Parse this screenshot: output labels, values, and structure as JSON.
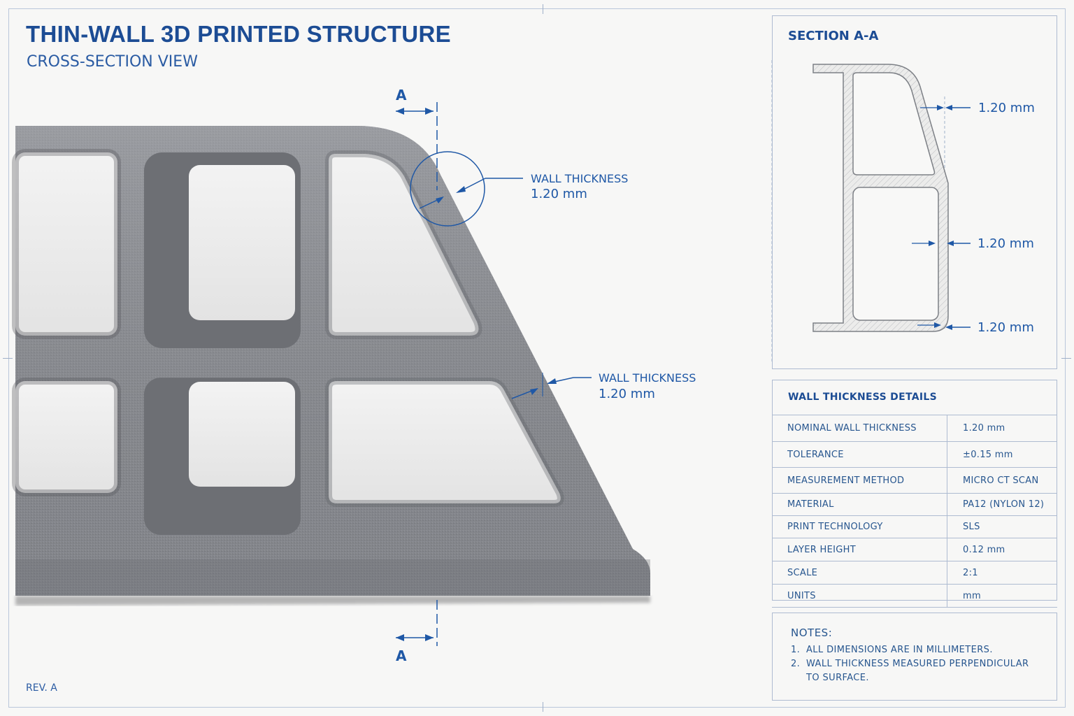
{
  "header": {
    "title": "THIN-WALL 3D PRINTED STRUCTURE",
    "subtitle": "CROSS-SECTION VIEW",
    "revision": "REV. A"
  },
  "main_view": {
    "section_marker": "A",
    "callouts": [
      {
        "label": "WALL THICKNESS",
        "value": "1.20 mm"
      },
      {
        "label": "WALL THICKNESS",
        "value": "1.20 mm"
      }
    ]
  },
  "section": {
    "title": "SECTION A-A",
    "dimensions": [
      "1.20 mm",
      "1.20 mm",
      "1.20 mm"
    ]
  },
  "details": {
    "title": "WALL THICKNESS DETAILS",
    "rows": [
      {
        "label": "NOMINAL WALL THICKNESS",
        "value": "1.20 mm"
      },
      {
        "label": "TOLERANCE",
        "value": "±0.15 mm"
      },
      {
        "label": "MEASUREMENT METHOD",
        "value": "MICRO CT SCAN"
      },
      {
        "label": "MATERIAL",
        "value": "PA12 (NYLON 12)"
      },
      {
        "label": "PRINT TECHNOLOGY",
        "value": "SLS"
      },
      {
        "label": "LAYER HEIGHT",
        "value": "0.12 mm"
      },
      {
        "label": "SCALE",
        "value": "2:1"
      },
      {
        "label": "UNITS",
        "value": "mm"
      }
    ]
  },
  "notes": {
    "heading": "NOTES:",
    "items": [
      {
        "num": "1.",
        "text": "ALL DIMENSIONS ARE IN MILLIMETERS."
      },
      {
        "num": "2.",
        "text": "WALL THICKNESS MEASURED PERPENDICULAR"
      },
      {
        "num": "",
        "text": "TO SURFACE."
      }
    ]
  },
  "colors": {
    "ink_blue": "#1c4c94",
    "part_gray": "#8a8c90",
    "paper": "#f7f7f6"
  }
}
